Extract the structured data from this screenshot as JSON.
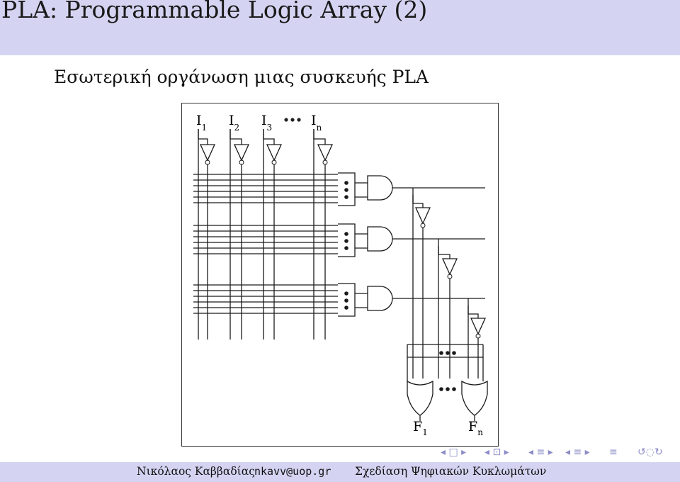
{
  "frame": {
    "title": "PLA: Programmable Logic Array (2)",
    "subtitle": "Εσωτερική οργάνωση μιας συσκευής PLA"
  },
  "diagram": {
    "inputs": [
      {
        "letter": "I",
        "sub": "1"
      },
      {
        "letter": "I",
        "sub": "2"
      },
      {
        "letter": "I",
        "sub": "3"
      },
      {
        "letter": "I",
        "sub": "n"
      }
    ],
    "outputs": [
      {
        "letter": "F",
        "sub": "1"
      },
      {
        "letter": "F",
        "sub": "n"
      }
    ]
  },
  "footer": {
    "author": "Νικόλαος Καββαδίας",
    "email": "nkavv@uop.gr",
    "course": "Σχεδίαση Ψηφιακών Κυκλωμάτων"
  },
  "colors": {
    "title_bar": "#d4d4f2",
    "nav_icons": "#8c8cc8"
  }
}
